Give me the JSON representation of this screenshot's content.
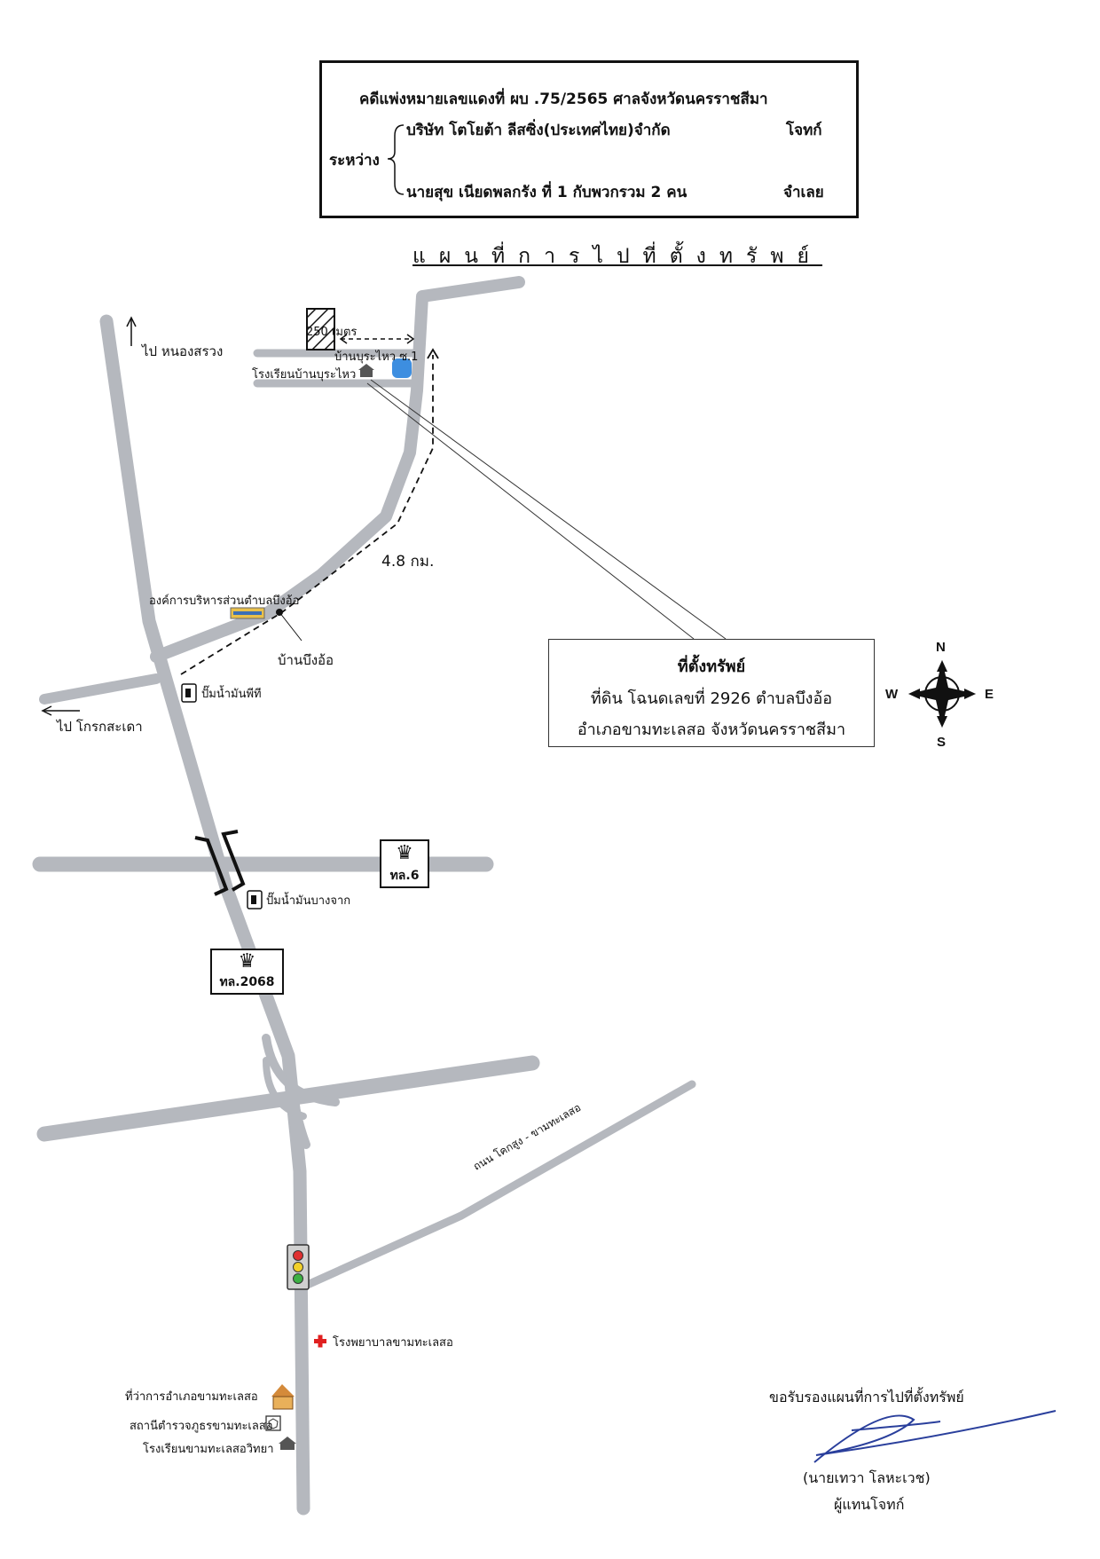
{
  "case": {
    "header": "คดีแพ่งหมายเลขแดงที่  ผบ .75/2565   ศาลจังหวัดนครราชสีมา",
    "between_label": "ระหว่าง",
    "plaintiff_name": "บริษัท โตโยต้า ลีสซิ่ง(ประเทศไทย)จำกัด",
    "plaintiff_role": "โจทก์",
    "defendant_name": "นายสุข  เนียดพลกรัง  ที่  1  กับพวกรวม 2 คน",
    "defendant_role": "จำเลย"
  },
  "map_title": "แผนที่การไปที่ตั้งทรัพย์",
  "map": {
    "distance_250": "250 เมตร",
    "village_ban_burathai": "บ้านบุระไหว ซ.1",
    "school_ban_burathai": "โรงเรียนบ้านบุระไหว",
    "to_nong_sawang": "ไป หนองสรวง",
    "distance_48": "4.8 กม.",
    "sao_bung_o": "องค์การบริหารส่วนตำบลบึงอ้อ",
    "ban_bung_o": "บ้านบึงอ้อ",
    "gas_pt": "ปั๊มน้ำมันพีที",
    "to_khok_kruat": "ไป โกรกสะเดา",
    "gas_bangchak": "ปั๊มน้ำมันบางจาก",
    "highway_6": "ทล.6",
    "highway_2068": "ทล.2068",
    "road_khok_sung": "ถนน โคกสูง - ขามทะเลสอ",
    "hospital": "โรงพยาบาลขามทะเลสอ",
    "district_office": "ที่ว่าการอำเภอขามทะเลสอ",
    "police_station": "สถานีตำรวจภูธรขามทะเลสอ",
    "school_kham": "โรงเรียนขามทะเลสอวิทยา"
  },
  "location": {
    "title": "ที่ตั้งทรัพย์",
    "line1": "ที่ดิน โฉนดเลขที่ 2926 ตำบลบึงอ้อ",
    "line2": "อำเภอขามทะเลสอ จังหวัดนครราชสีมา"
  },
  "compass": {
    "n": "N",
    "s": "S",
    "e": "E",
    "w": "W"
  },
  "certification": {
    "text": "ขอรับรองแผนที่การไปที่ตั้งทรัพย์",
    "name": "(นายเทวา  โลหะเวช)",
    "role": "ผู้แทนโจทก์"
  },
  "colors": {
    "road": "#b5b8be",
    "ink": "#111111",
    "signature": "#2a3f9c",
    "pond": "#3d8ee0",
    "hospital": "#e02020"
  }
}
